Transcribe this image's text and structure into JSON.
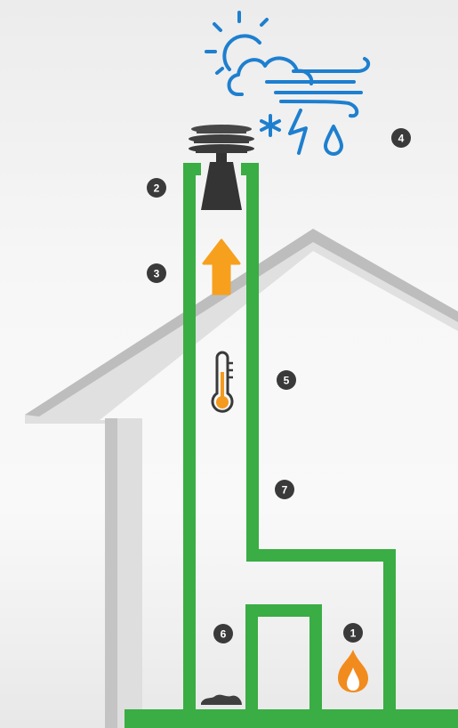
{
  "diagram": {
    "markers": [
      {
        "id": "marker-1",
        "label": "1"
      },
      {
        "id": "marker-2",
        "label": "2"
      },
      {
        "id": "marker-3",
        "label": "3"
      },
      {
        "id": "marker-4",
        "label": "4"
      },
      {
        "id": "marker-5",
        "label": "5"
      },
      {
        "id": "marker-6",
        "label": "6"
      },
      {
        "id": "marker-7",
        "label": "7"
      }
    ],
    "icons": [
      "weather-icon",
      "chimney-cap-icon",
      "updraft-arrow-icon",
      "thermometer-icon",
      "flame-icon",
      "soot-deposit-icon"
    ],
    "colors": {
      "chimney_green": "#3aad44",
      "floor_green": "#3aad44",
      "house_outline": "#c2c2c2",
      "house_outline_dark": "#a9a9a9",
      "weather_blue": "#1e7fcf",
      "arrow_orange": "#f7a01e",
      "thermometer_orange": "#f39a1f",
      "flame_orange": "#f28b1e",
      "cap_gray": "#3f3f3f",
      "marker_fill": "#3a3a3a"
    }
  }
}
